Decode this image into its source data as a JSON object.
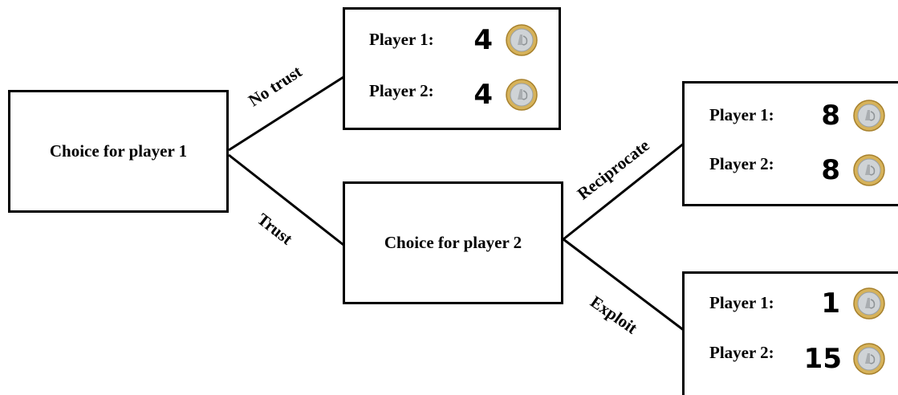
{
  "nodes": {
    "player1_choice": "Choice for player 1",
    "player2_choice": "Choice for player 2"
  },
  "edges": {
    "no_trust": "No trust",
    "trust": "Trust",
    "reciprocate": "Reciprocate",
    "exploit": "Exploit"
  },
  "outcomes": {
    "no_trust": {
      "player1": {
        "label": "Player 1:",
        "value": "4"
      },
      "player2": {
        "label": "Player 2:",
        "value": "4"
      }
    },
    "reciprocate": {
      "player1": {
        "label": "Player 1:",
        "value": "8"
      },
      "player2": {
        "label": "Player 2:",
        "value": "8"
      }
    },
    "exploit": {
      "player1": {
        "label": "Player 1:",
        "value": "1"
      },
      "player2": {
        "label": "Player 2:",
        "value": "15"
      }
    }
  },
  "icons": {
    "coin": "euro-coin-icon"
  },
  "colors": {
    "coin_rim": "#d6b25a",
    "coin_center": "#cfd3d6",
    "line": "#000000"
  }
}
